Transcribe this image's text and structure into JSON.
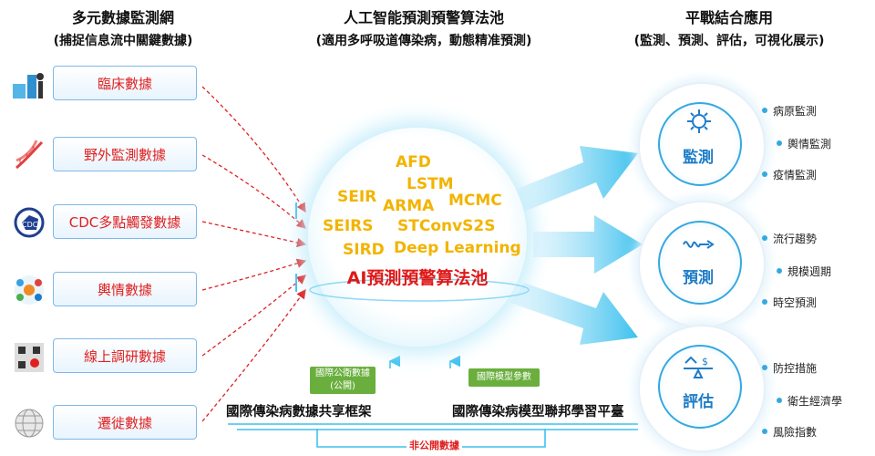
{
  "columns": {
    "left": {
      "title": "多元數據監測網",
      "subtitle": "(捕捉信息流中關鍵數據)"
    },
    "center": {
      "title": "人工智能預測預警算法池",
      "subtitle": "(適用多呼吸道傳染病，動態精准預測)"
    },
    "right": {
      "title": "平戰結合應用",
      "subtitle": "(監測、預測、評估，可視化展示)"
    }
  },
  "sources": [
    {
      "label": "臨床數據",
      "icon": "clinic-icon"
    },
    {
      "label": "野外監測數據",
      "icon": "dna-icon"
    },
    {
      "label": "CDC多點觸發數據",
      "icon": "cdc-map-icon"
    },
    {
      "label": "輿情數據",
      "icon": "social-media-icon"
    },
    {
      "label": "線上調研數據",
      "icon": "survey-icon"
    },
    {
      "label": "遷徙數據",
      "icon": "globe-icon"
    }
  ],
  "algorithms": [
    "AFD",
    "LSTM",
    "SEIR",
    "ARMA",
    "MCMC",
    "SEIRS",
    "STConvS2S",
    "SIRD",
    "Deep Learning"
  ],
  "pool_title": "AI預測預警算法池",
  "applications": [
    {
      "label": "監測",
      "icon": "virus-icon",
      "items": [
        "病原監測",
        "輿情監測",
        "疫情監測"
      ]
    },
    {
      "label": "預測",
      "icon": "trend-wave-icon",
      "items": [
        "流行趨勢",
        "規模週期",
        "時空預測"
      ]
    },
    {
      "label": "評估",
      "icon": "balance-scale-icon",
      "items": [
        "防控措施",
        "衛生經濟學",
        "風險指數"
      ]
    }
  ],
  "platforms": {
    "data_sharing": {
      "title": "國際傳染病數據共享框架",
      "tag_line1": "國際公衛數據",
      "tag_line2": "(公開)"
    },
    "federated": {
      "title": "國際傳染病模型聯邦學習平臺",
      "tag": "國際模型參數"
    },
    "nonpublic_label": "非公開數據"
  },
  "colors": {
    "source_text": "#e02020",
    "algorithm_text": "#f2b400",
    "pool_title": "#e01818",
    "app_accent": "#1e7cc8",
    "arrow_blue": "#3ec1ee",
    "tag_green": "#6aaf3e"
  }
}
